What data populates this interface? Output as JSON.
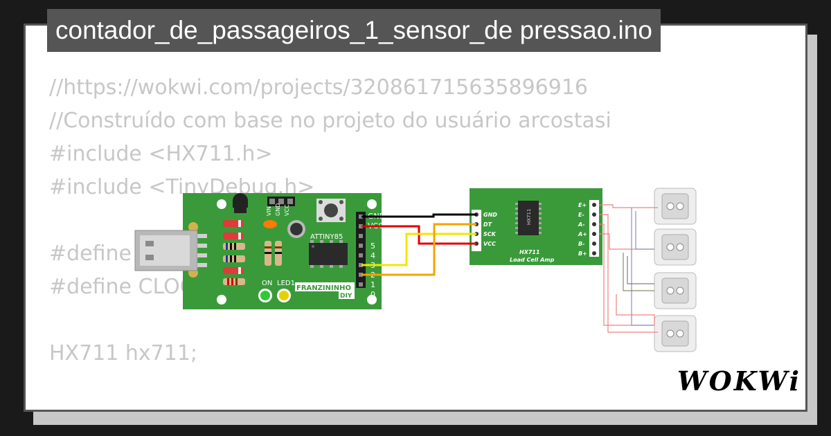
{
  "title": "contador_de_passageiros_1_sensor_de pressao.ino",
  "code_lines": [
    "//https://wokwi.com/projects/320861715635896916",
    "//Construído com base no projeto do usuário arcostasi",
    "#include <HX711.h>",
    "#include <TinyDebug.h>",
    "",
    "#define",
    "#define CLOC",
    "",
    "HX711 hx711;",
    ""
  ],
  "board": {
    "header_labels": [
      "VIN",
      "GND",
      "VCC"
    ],
    "chip_label": "ATTINY85",
    "pin_labels": [
      "GND",
      "VCC",
      "5",
      "4",
      "3",
      "2",
      "1",
      "0"
    ],
    "led_labels": [
      "ON",
      "LED1"
    ],
    "brand": "FRANZININHO",
    "brand_sub": "DIY"
  },
  "hx711": {
    "pins_left": [
      "GND",
      "DT",
      "SCK",
      "VCC"
    ],
    "pins_right": [
      "E+",
      "E-",
      "A-",
      "A+",
      "B-",
      "B+"
    ],
    "chip_label": "HX711",
    "name": "HX711",
    "subtitle": "Load Cell Amp"
  },
  "brand_logo": "WOKWi",
  "colors": {
    "pcb_green": "#3a9a3a",
    "wire_black": "#000000",
    "wire_red": "#e00000",
    "wire_yellow": "#f2e600",
    "wire_orange": "#f4a300",
    "title_bg": "#555555"
  }
}
